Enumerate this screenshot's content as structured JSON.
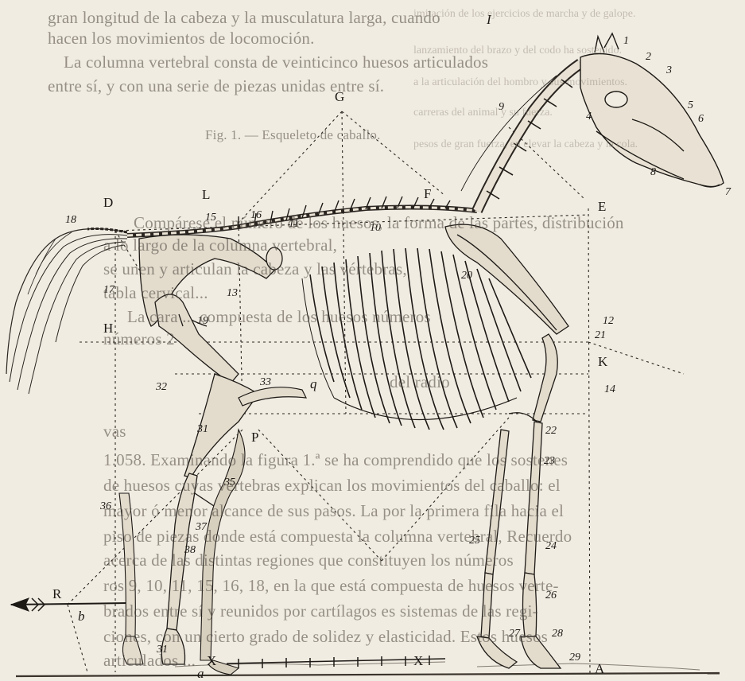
{
  "background_text": {
    "lines": [
      "gran longitud de la cabeza y la musculatura larga, cuando",
      "hacen los movimientos de locomoción.",
      "La columna vertebral consta de veinticinco huesos articulados",
      "entre sí, y con una serie de piezas unidas entre sí.",
      "Fig. 1. — Esqueleto de caballo.",
      "Compárese el número de los huesos, la forma de las partes, distribución",
      "a lo largo de la columna vertebral,",
      "se unen y articulan la cabeza y las vértebras,",
      "tabla cervical...",
      "La cara ... compuesta de los huesos números",
      "números 2",
      "del radio",
      "vas",
      "1.058. Examinando la figura 1.ª se ha comprendido que los sostenes",
      "de huesos cuyas vértebras explican los movimientos del caballo: el",
      "mayor ó menor alcance de sus pasos. La por la primera fila hacia el",
      "piso de piezas donde está compuesta la columna vertebral, Recuerdo",
      "acerca de las distintas regiones que constituyen los números",
      "ros 9, 10, 11, 15, 16, 18, en la que está compuesta de huesos verte-",
      "brados entre sí y reunidos por cartílagos es sistemas de las regi-",
      "ciones, con un cierto grado de solidez y elasticidad. Estos huesos",
      "articulados ..."
    ],
    "faint": [
      "imitación de los ejercicios de marcha y de galope.",
      "lanzamiento del brazo y del codo ha sostenido.",
      "a la articulación del hombro y sus movimientos.",
      "carreras del animal y su fuerza.",
      "pesos de gran fuerza, en elevar la cabeza y la cola."
    ]
  },
  "labels": {
    "letters": [
      "D",
      "L",
      "G",
      "F",
      "E",
      "H",
      "K",
      "P",
      "R",
      "X",
      "X",
      "A",
      "q",
      "a",
      "b",
      "I"
    ],
    "numbers": [
      "1",
      "2",
      "3",
      "4",
      "5",
      "6",
      "7",
      "8",
      "9",
      "10",
      "11",
      "12",
      "13",
      "14",
      "15",
      "16",
      "17",
      "18",
      "19",
      "20",
      "21",
      "22",
      "23",
      "24",
      "25",
      "26",
      "27",
      "28",
      "29",
      "31",
      "31",
      "32",
      "33",
      "35",
      "36",
      "37",
      "38"
    ]
  }
}
